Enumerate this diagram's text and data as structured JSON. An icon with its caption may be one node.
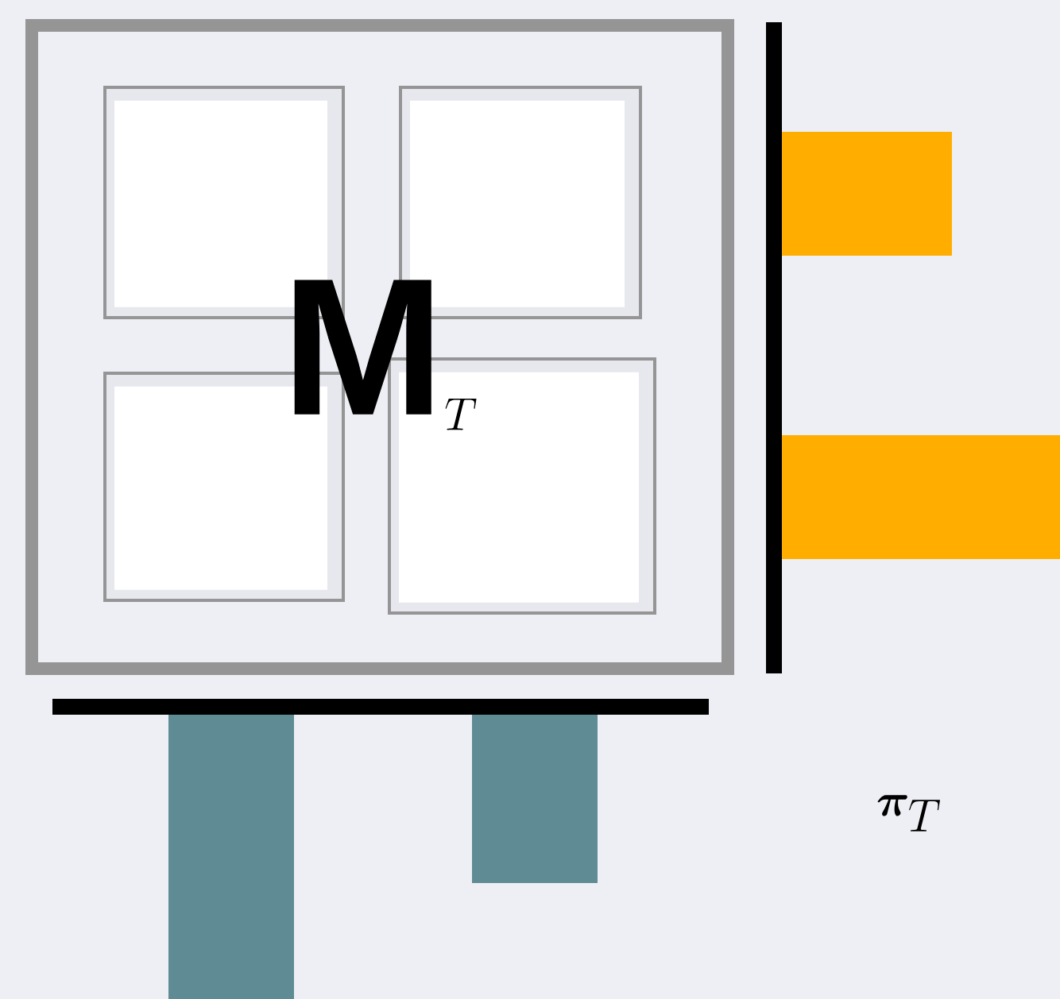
{
  "diagram": {
    "nodes": [
      {
        "text": [
          "\\mathbf{M}_T"
        ]
      },
      {
        "text": [],
        "shape": "box",
        "in": 0
      },
      {
        "text": [],
        "shape": "box",
        "in": 0
      },
      {
        "text": [],
        "shape": "box",
        "in": 0
      },
      {
        "text": [],
        "shape": "box",
        "in": 0
      }
    ],
    "labels": [
      "\\boldsymbol{\\pi}_T"
    ]
  }
}
